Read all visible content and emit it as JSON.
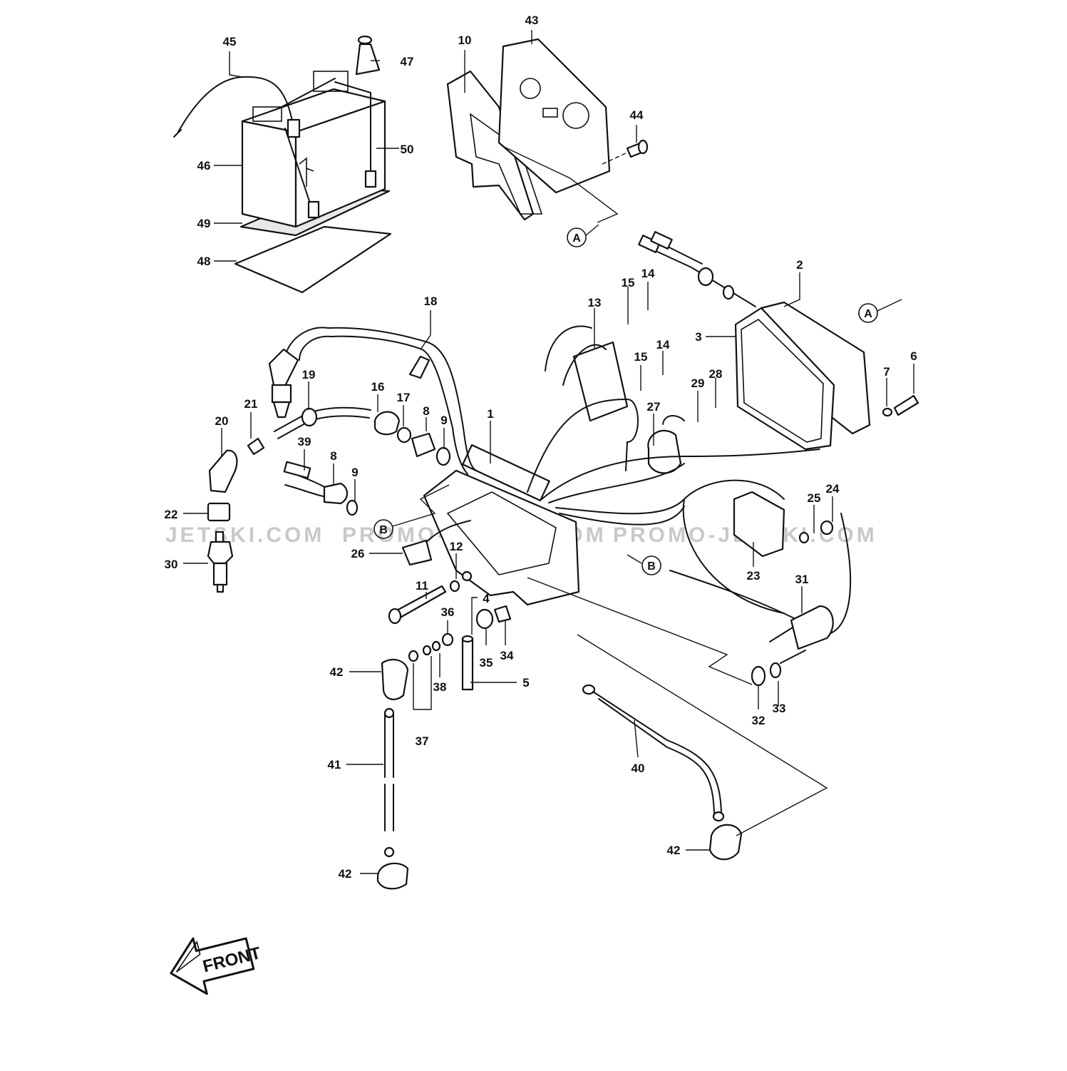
{
  "watermark": {
    "segments": [
      "JETSKI.COM",
      "PROMO-JETSKI.COM",
      "PROMO-JETSKI.COM"
    ]
  },
  "front_label": "FRONT",
  "reference_markers": [
    "A",
    "A",
    "B",
    "B"
  ],
  "callouts": [
    "45",
    "47",
    "10",
    "43",
    "44",
    "46",
    "50",
    "49",
    "48",
    "2",
    "15",
    "14",
    "13",
    "18",
    "3",
    "15",
    "14",
    "6",
    "7",
    "29",
    "28",
    "19",
    "16",
    "17",
    "8",
    "9",
    "21",
    "20",
    "1",
    "27",
    "39",
    "8",
    "9",
    "22",
    "24",
    "25",
    "26",
    "12",
    "23",
    "30",
    "31",
    "11",
    "4",
    "36",
    "35",
    "34",
    "42",
    "38",
    "5",
    "32",
    "33",
    "37",
    "41",
    "40",
    "42",
    "42"
  ]
}
